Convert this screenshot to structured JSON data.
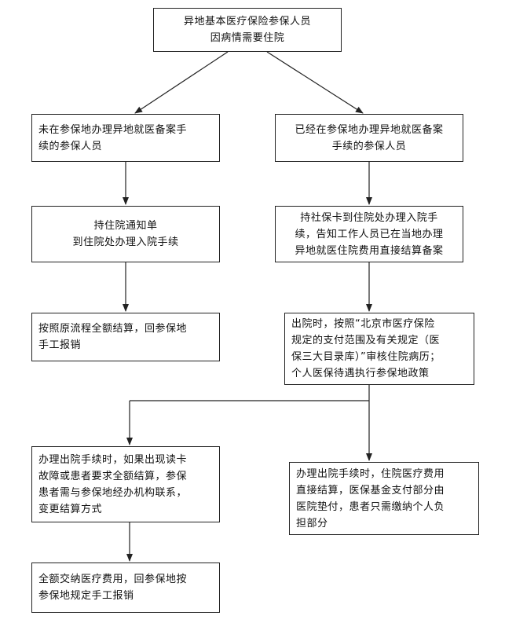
{
  "nodes": {
    "start": {
      "lines": [
        "异地基本医疗保险参保人员",
        "因病情需要住院"
      ]
    },
    "left_1": {
      "lines": [
        "未在参保地办理异地就医备案手",
        "续的参保人员"
      ]
    },
    "right_1": {
      "lines": [
        "已经在参保地办理异地就医备案",
        "手续的参保人员"
      ]
    },
    "left_2": {
      "lines": [
        "持住院通知单",
        "到住院处办理入院手续"
      ]
    },
    "right_2": {
      "lines": [
        "持社保卡到住院处办理入院手",
        "续，告知工作人员已在当地办理",
        "异地就医住院费用直接结算备案"
      ]
    },
    "left_3": {
      "lines": [
        "按照原流程全额结算，回参保地",
        "手工报销"
      ]
    },
    "right_3": {
      "lines": [
        "出院时，按照“北京市医疗保险",
        "规定的支付范围及有关规定（医",
        "保三大目录库）”审核住院病历；",
        "个人医保待遇执行参保地政策"
      ]
    },
    "left_4": {
      "lines": [
        "办理出院手续时，如果出现读卡",
        "故障或患者要求全额结算，参保",
        "患者需与参保地经办机构联系，",
        "变更结算方式"
      ]
    },
    "right_4": {
      "lines": [
        "办理出院手续时，住院医疗费用",
        "直接结算，医保基金支付部分由",
        "医院垫付，患者只需缴纳个人负",
        "担部分"
      ]
    },
    "left_5": {
      "lines": [
        "全额交纳医疗费用，回参保地按",
        "参保地规定手工报销"
      ]
    }
  }
}
